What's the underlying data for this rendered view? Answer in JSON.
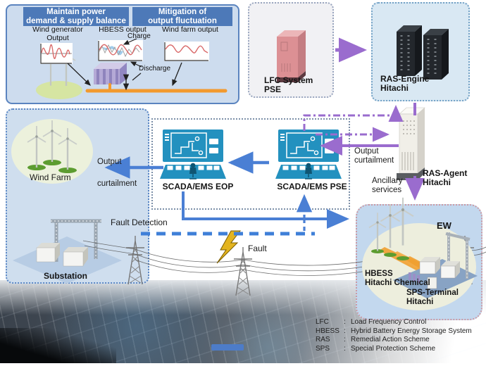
{
  "overview": {
    "header_left": "Maintain power\ndemand & supply balance",
    "header_right": "Mitigation of\noutput fluctuation",
    "chart_labels": {
      "wind_generator": "Wind generator\nOutput",
      "hbess": "HBESS output",
      "wind_farm": "Wind farm output"
    },
    "annotations": {
      "charge": "Charge",
      "discharge": "Discharge"
    }
  },
  "nodes": {
    "lfc": "LFC System\nPSE",
    "ras_engine": "RAS-Engine\nHitachi",
    "ras_agent": "RAS-Agent\nHitachi",
    "scada_eop": "SCADA/EMS EOP",
    "scada_pse": "SCADA/EMS PSE",
    "wind_farm": "Wind Farm",
    "substation": "Substation",
    "ew": "EW",
    "hbess_plant": "HBESS\nHitachi Chemical",
    "sps_terminal": "SPS-Terminal\nHitachi"
  },
  "labels": {
    "output_curtailment_eop": "Output\ncurtailment",
    "output_curtailment_ras": "Output\ncurtailment",
    "ancillary_services": "Ancillary\nservices",
    "fault_detection": "Fault Detection",
    "fault": "Fault"
  },
  "legend": {
    "separator": ":",
    "items": [
      {
        "abbr": "LFC",
        "full": "Load Frequency Control"
      },
      {
        "abbr": "HBESS",
        "full": "Hybrid Battery Energy Storage System"
      },
      {
        "abbr": "RAS",
        "full": "Remedial Action Scheme"
      },
      {
        "abbr": "SPS",
        "full": "Special Protection Scheme"
      }
    ]
  },
  "colors": {
    "purple_arrow": "#9a6cce",
    "blue_arrow": "#4a7fd4",
    "teal_console": "#2391bf",
    "orange_bus": "#f29a2e",
    "header_blue": "#4d79b8"
  }
}
